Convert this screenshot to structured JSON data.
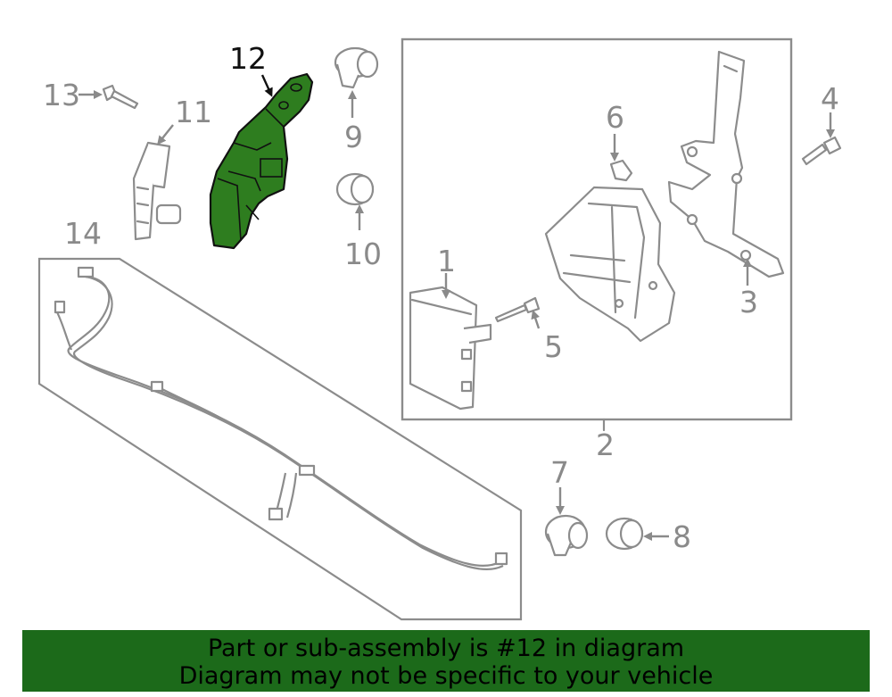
{
  "highlight_color": "#2e7d1f",
  "banner_color": "#1c6a1a",
  "callouts": {
    "c1": "1",
    "c2": "2",
    "c3": "3",
    "c4": "4",
    "c5": "5",
    "c6": "6",
    "c7": "7",
    "c8": "8",
    "c9": "9",
    "c10": "10",
    "c11": "11",
    "c12": "12",
    "c13": "13",
    "c14": "14"
  },
  "banner": {
    "line1": "Part or sub-assembly is #12 in diagram",
    "line2": "Diagram may not be specific to your vehicle"
  }
}
